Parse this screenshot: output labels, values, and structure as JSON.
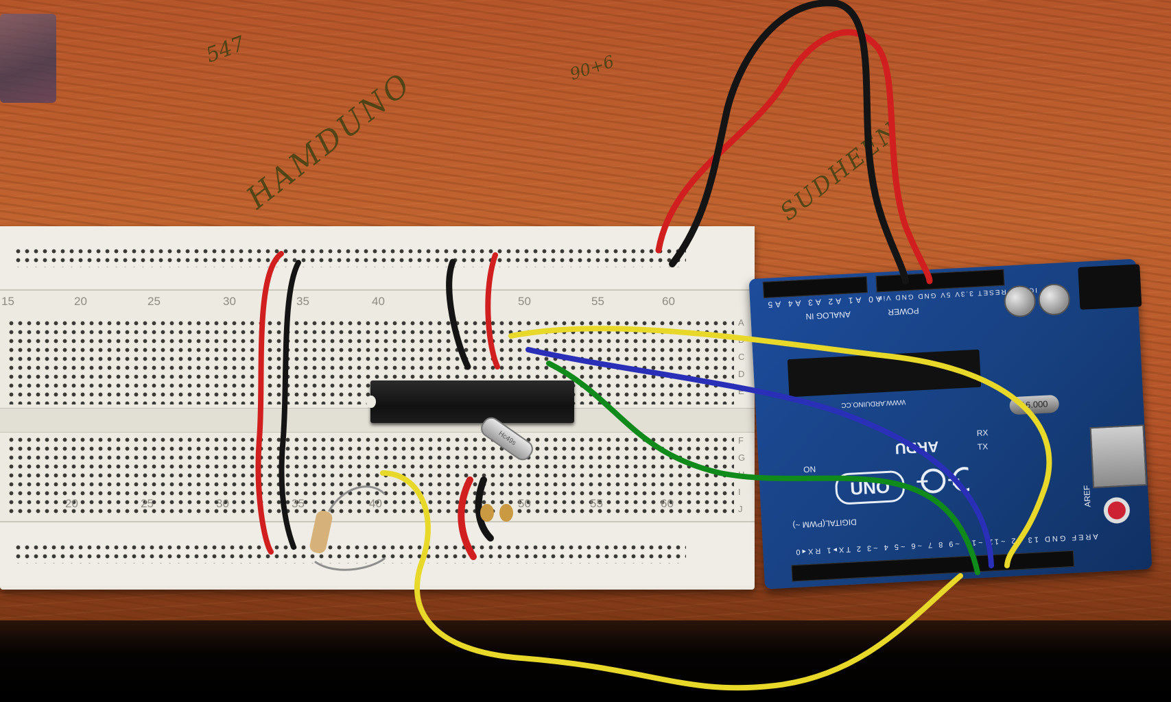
{
  "breadboard": {
    "column_numbers_top": [
      "15",
      "20",
      "25",
      "30",
      "35",
      "40",
      "50",
      "55",
      "60"
    ],
    "column_numbers_bottom": [
      "20",
      "25",
      "30",
      "35",
      "40",
      "50",
      "55",
      "60"
    ],
    "row_letters": [
      "A",
      "B",
      "C",
      "D",
      "E",
      "F",
      "G",
      "H",
      "I",
      "J"
    ],
    "crystal_label": "Hc49s"
  },
  "arduino": {
    "analog_label": "ANALOG IN",
    "power_label": "POWER",
    "analog_pins": [
      "A5",
      "A4",
      "A3",
      "A2",
      "A1",
      "A0"
    ],
    "power_pins": [
      "Vin",
      "GND",
      "GND",
      "5V",
      "3.3V",
      "RESET",
      "IOREF"
    ],
    "board_name": "UNO",
    "brand_partial": "ARDU",
    "website": "WWW.ARDUINO.CC",
    "crystal_label": "16.000",
    "tx_label": "TX",
    "rx_label": "RX",
    "on_label": "ON",
    "digital_label": "DIGITAL(PWM ~)",
    "digital_pins": [
      "RX◂0",
      "TX▸1",
      "2",
      "~3",
      "4",
      "~5",
      "~6",
      "7",
      "8",
      "~9",
      "~10",
      "~11",
      "12",
      "13",
      "GND",
      "AREF"
    ],
    "aref_label": "AREF"
  },
  "desk_writing": [
    "547",
    "HAMDUNO",
    "90+6",
    "SUDHEEN"
  ],
  "colors": {
    "wire_red": "#d11f1f",
    "wire_black": "#141414",
    "wire_yellow": "#e8d82a",
    "wire_blue": "#2a2fb8",
    "wire_green": "#118a1c",
    "desk": "#b5552a",
    "arduino": "#1d4c9c"
  }
}
